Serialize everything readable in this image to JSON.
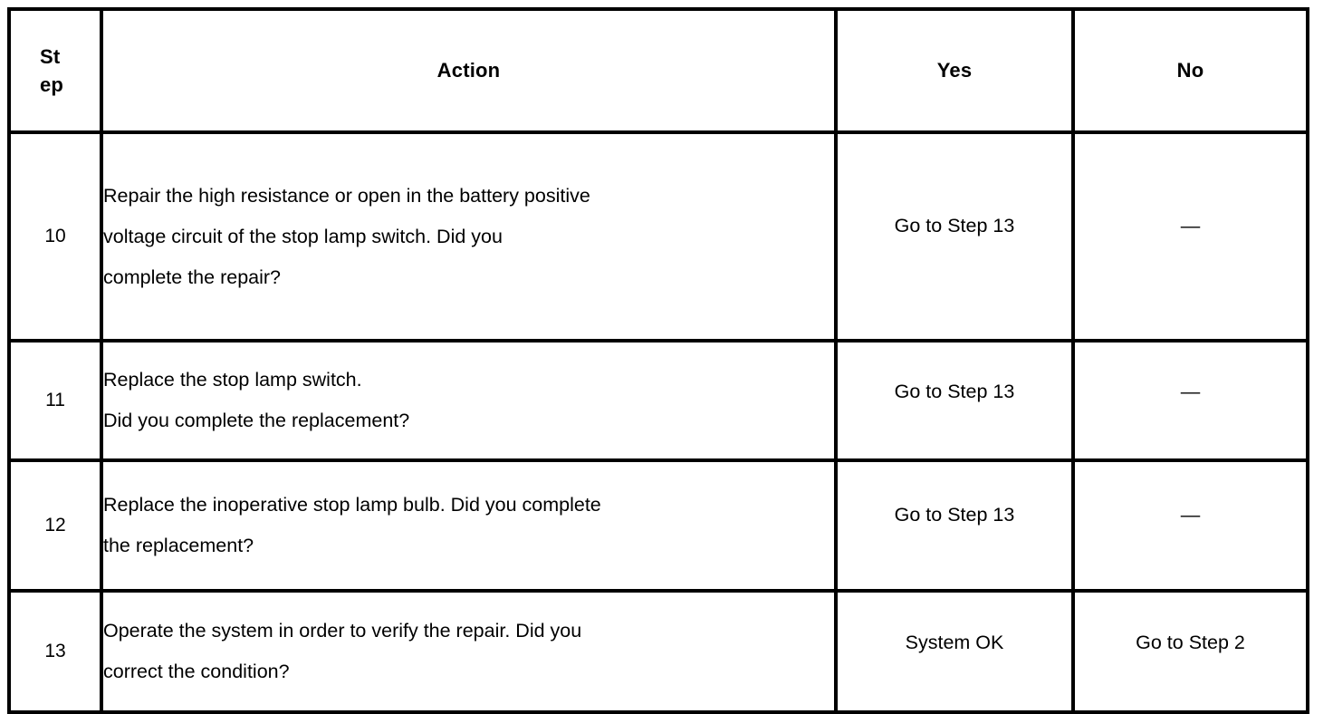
{
  "table": {
    "headers": {
      "step": "Step",
      "step_wrapped_line1": "St",
      "step_wrapped_line2": "ep",
      "action": "Action",
      "yes": "Yes",
      "no": "No"
    },
    "rows": [
      {
        "step": "10",
        "action_lines": [
          "Repair the high resistance or open in the battery positive",
          "voltage circuit of the stop lamp switch. Did you",
          "complete the repair?"
        ],
        "action_text": "Repair the high resistance or open in the battery positive voltage circuit of the stop lamp switch. Did you complete the repair?",
        "yes": "Go to Step 13",
        "no": "—"
      },
      {
        "step": "11",
        "action_lines": [
          "Replace the stop lamp switch.",
          "Did you complete the replacement?"
        ],
        "action_text": "Replace the stop lamp switch. Did you complete the replacement?",
        "yes": "Go to Step 13",
        "no": "—"
      },
      {
        "step": "12",
        "action_lines": [
          "Replace the inoperative stop lamp bulb. Did you complete",
          "the replacement?"
        ],
        "action_text": "Replace the inoperative stop lamp bulb. Did you complete the replacement?",
        "yes": "Go to Step 13",
        "no": "—"
      },
      {
        "step": "13",
        "action_lines": [
          "Operate the system in order to verify the repair. Did you",
          "correct the condition?"
        ],
        "action_text": "Operate the system in order to verify the repair. Did you correct the condition?",
        "yes": "System OK",
        "no": "Go to Step 2"
      }
    ]
  },
  "colors": {
    "border": "#000000",
    "text": "#000000",
    "background": "#ffffff"
  }
}
